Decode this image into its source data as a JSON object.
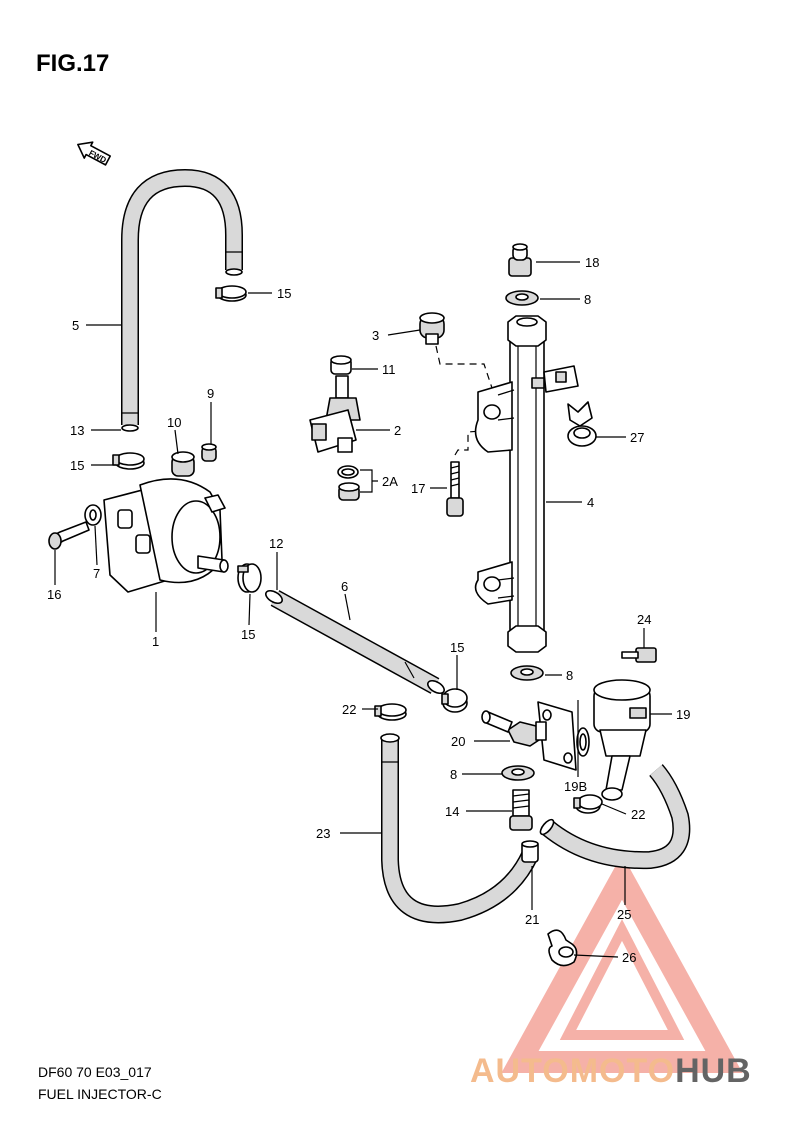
{
  "figure": {
    "title": "FIG.17",
    "model_code": "DF60 70 E03_017",
    "section_name": "FUEL INJECTOR-C"
  },
  "direction_marker": {
    "text": "FWD",
    "icon": "forward-arrow-icon"
  },
  "callouts": [
    {
      "id": "c18",
      "text": "18"
    },
    {
      "id": "c8a",
      "text": "8"
    },
    {
      "id": "c3",
      "text": "3"
    },
    {
      "id": "c11",
      "text": "11"
    },
    {
      "id": "c2",
      "text": "2"
    },
    {
      "id": "c2A",
      "text": "2A"
    },
    {
      "id": "c17",
      "text": "17"
    },
    {
      "id": "c4",
      "text": "4"
    },
    {
      "id": "c27",
      "text": "27"
    },
    {
      "id": "c15a",
      "text": "15"
    },
    {
      "id": "c5",
      "text": "5"
    },
    {
      "id": "c13",
      "text": "13"
    },
    {
      "id": "c10",
      "text": "10"
    },
    {
      "id": "c9",
      "text": "9"
    },
    {
      "id": "c15b",
      "text": "15"
    },
    {
      "id": "c16",
      "text": "16"
    },
    {
      "id": "c7",
      "text": "7"
    },
    {
      "id": "c1",
      "text": "1"
    },
    {
      "id": "c12",
      "text": "12"
    },
    {
      "id": "c6",
      "text": "6"
    },
    {
      "id": "c15c",
      "text": "15"
    },
    {
      "id": "c15d",
      "text": "15"
    },
    {
      "id": "c8b",
      "text": "8"
    },
    {
      "id": "c24",
      "text": "24"
    },
    {
      "id": "c19",
      "text": "19"
    },
    {
      "id": "c22a",
      "text": "22"
    },
    {
      "id": "c20",
      "text": "20"
    },
    {
      "id": "c8c",
      "text": "8"
    },
    {
      "id": "c19B",
      "text": "19B"
    },
    {
      "id": "c22b",
      "text": "22"
    },
    {
      "id": "c14",
      "text": "14"
    },
    {
      "id": "c23",
      "text": "23"
    },
    {
      "id": "c21",
      "text": "21"
    },
    {
      "id": "c25",
      "text": "25"
    },
    {
      "id": "c26",
      "text": "26"
    }
  ],
  "watermark": {
    "part1": "AUTOMOTO",
    "part2": "HUB",
    "color_primary": "#f08a7a",
    "color_secondary": "#f7b267",
    "color_dark": "#4a4a4a"
  }
}
